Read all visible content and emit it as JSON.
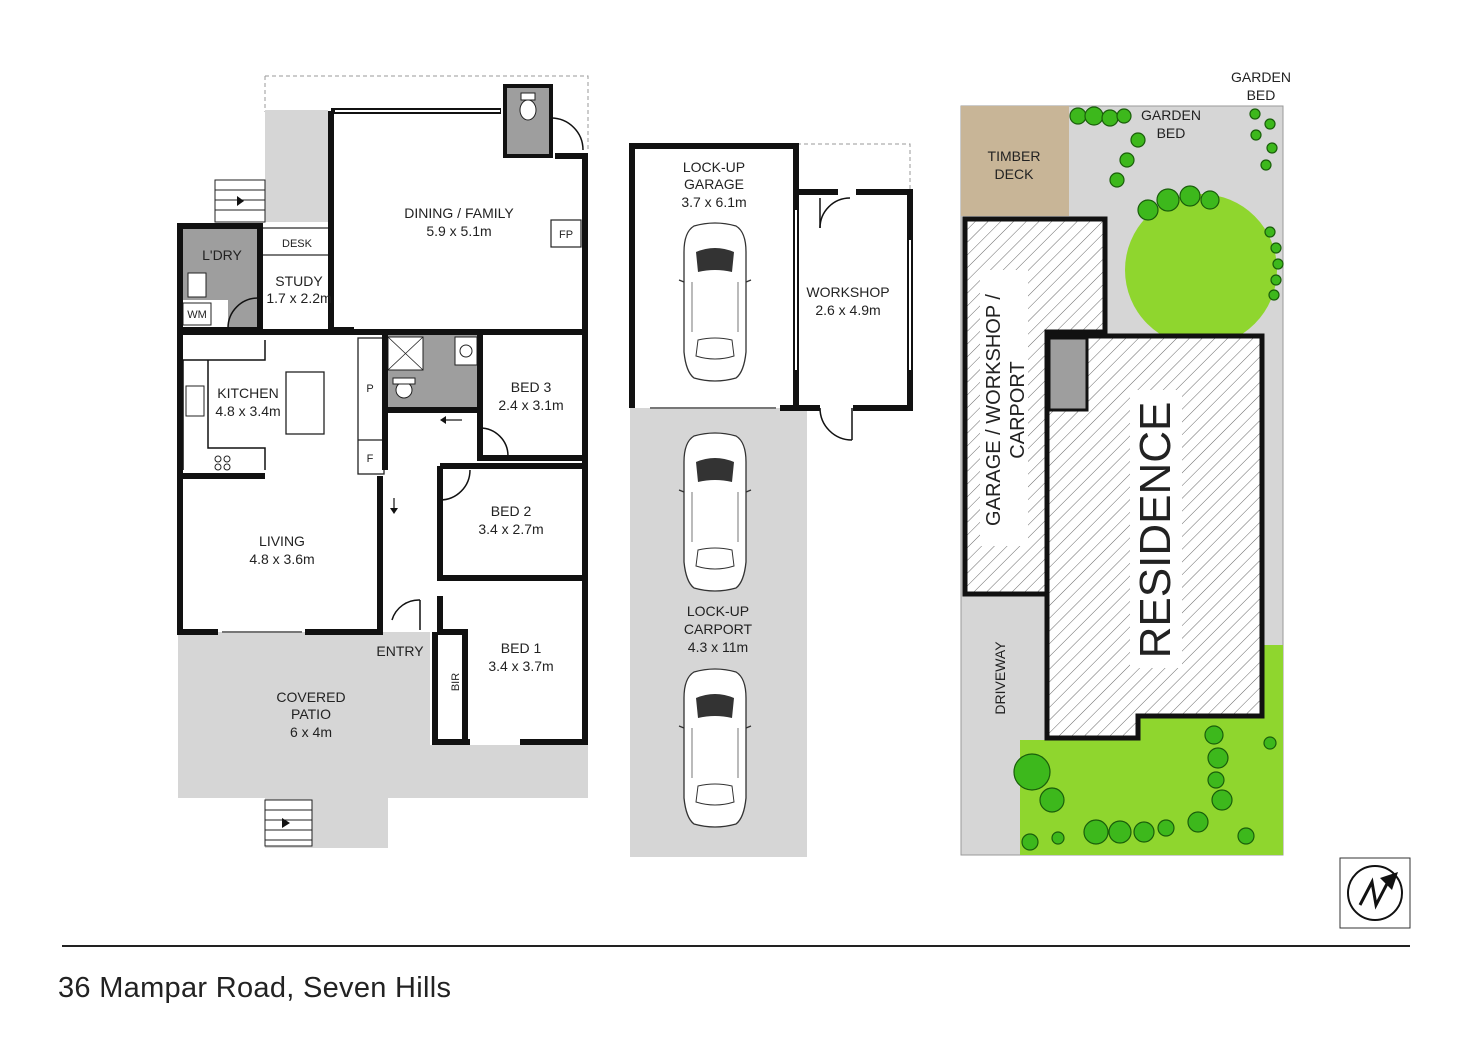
{
  "address": "36 Mampar Road, Seven Hills",
  "colors": {
    "wall": "#111111",
    "paving": "#d6d6d6",
    "wet_area": "#9e9e9e",
    "deck": "#c8b597",
    "lawn": "#8fd62e",
    "tree": "#3db81c",
    "hatch": "#555555"
  },
  "house": {
    "dining": {
      "name": "DINING / FAMILY",
      "size": "5.9 x 5.1m"
    },
    "fp": "FP",
    "desk": "DESK",
    "laundry": "L'DRY",
    "wm": "WM",
    "study": {
      "name": "STUDY",
      "size": "1.7 x 2.2m"
    },
    "kitchen": {
      "name": "KITCHEN",
      "size": "4.8 x 3.4m"
    },
    "pantry": "P",
    "fridge": "F",
    "bed3": {
      "name": "BED 3",
      "size": "2.4 x 3.1m"
    },
    "bed2": {
      "name": "BED 2",
      "size": "3.4 x 2.7m"
    },
    "living": {
      "name": "LIVING",
      "size": "4.8 x 3.6m"
    },
    "entry": "ENTRY",
    "bir": "BIR",
    "bed1": {
      "name": "BED 1",
      "size": "3.4 x 3.7m"
    },
    "patio": {
      "line1": "COVERED",
      "line2": "PATIO",
      "size": "6 x 4m"
    }
  },
  "garage": {
    "lockup": {
      "line1": "LOCK-UP",
      "line2": "GARAGE",
      "size": "3.7 x 6.1m"
    },
    "workshop": {
      "name": "WORKSHOP",
      "size": "2.6 x 4.9m"
    },
    "carport": {
      "line1": "LOCK-UP",
      "line2": "CARPORT",
      "size": "4.3 x 11m"
    }
  },
  "site": {
    "garden_bed_top": {
      "line1": "GARDEN",
      "line2": "BED"
    },
    "garden_bed": {
      "line1": "GARDEN",
      "line2": "BED"
    },
    "timber_deck": {
      "line1": "TIMBER",
      "line2": "DECK"
    },
    "garage_block": {
      "line1": "GARAGE / WORKSHOP /",
      "line2": "CARPORT"
    },
    "residence": "RESIDENCE",
    "driveway": "DRIVEWAY"
  },
  "compass": "north-arrow-icon"
}
